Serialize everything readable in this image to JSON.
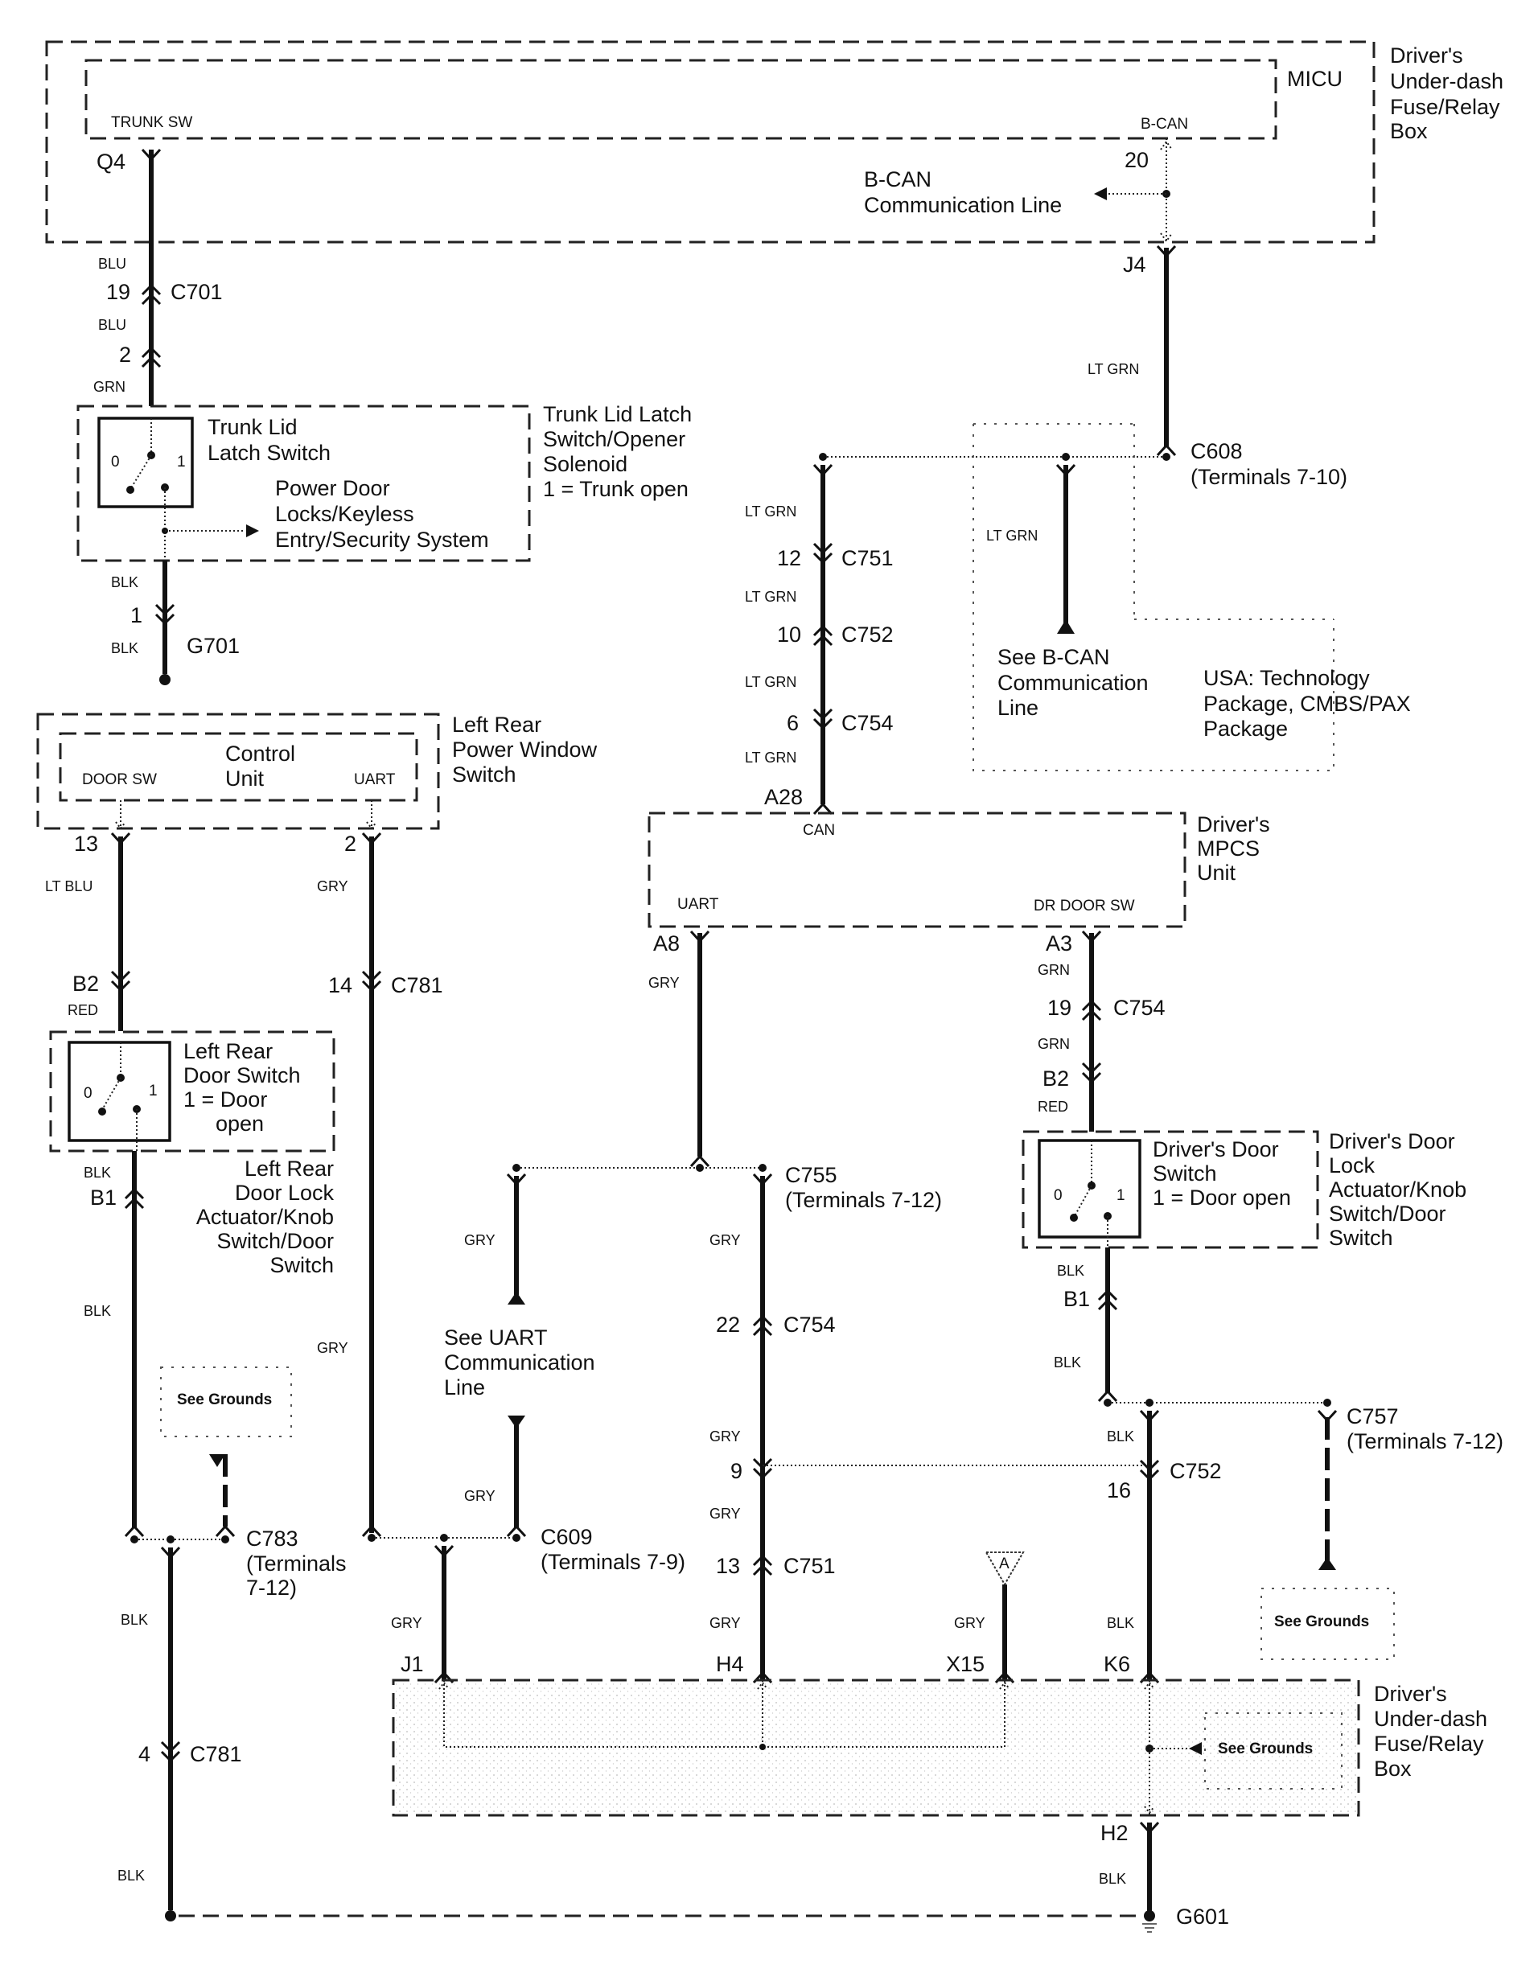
{
  "diagram": {
    "title": "Door/Trunk Switch and MPCS Communication Circuit",
    "micu_box": {
      "outer_label": [
        "Driver's",
        "Under-dash",
        "Fuse/Relay",
        "Box"
      ],
      "inner_label": "MICU",
      "trunk_sw_pin_label": "TRUNK SW",
      "bcan_pin_label": "B-CAN",
      "bcan_terminal": "20",
      "bcan_line_label": [
        "B-CAN",
        "Communication Line"
      ]
    },
    "trunk_circuit": {
      "q4": "Q4",
      "wire1": "BLU",
      "c701_pin": "19",
      "c701": "C701",
      "wire2": "BLU",
      "pin2": "2",
      "wire3": "GRN",
      "switch_name": [
        "Trunk Lid",
        "Latch Switch"
      ],
      "component_name": [
        "Trunk Lid Latch",
        "Switch/Opener",
        "Solenoid",
        "1 = Trunk open"
      ],
      "pdl_label": [
        "Power Door",
        "Locks/Keyless",
        "Entry/Security System"
      ],
      "switch_pos0": "0",
      "switch_pos1": "1",
      "wire4": "BLK",
      "pin1": "1",
      "wire5": "BLK",
      "ground": "G701"
    },
    "bcan_circuit": {
      "j4": "J4",
      "wire1": "LT GRN",
      "c608": [
        "C608",
        "(Terminals 7-10)"
      ],
      "left_wire_labels": [
        "LT GRN",
        "LT GRN",
        "LT GRN",
        "LT GRN"
      ],
      "c751_pin": "12",
      "c751": "C751",
      "c752_pin": "10",
      "c752": "C752",
      "c754_pin": "6",
      "c754": "C754",
      "a28": "A28",
      "branch_wire": "LT GRN",
      "see_bcan": [
        "See B-CAN",
        "Communication",
        "Line"
      ],
      "option_note": [
        "USA: Technology",
        "Package, CMBS/PAX",
        "Package"
      ]
    },
    "lr_window_switch": {
      "name": [
        "Left Rear",
        "Power Window",
        "Switch"
      ],
      "control_unit": [
        "Control",
        "Unit"
      ],
      "door_sw_pin": "DOOR SW",
      "uart_pin": "UART",
      "pin13": "13",
      "pin2": "2",
      "wire_ltblu": "LT BLU",
      "wire_gry1": "GRY",
      "b2": "B2",
      "wire_red": "RED",
      "c781_pin14": "14",
      "c781": "C781",
      "wire_gry2": "GRY"
    },
    "lr_door_switch": {
      "name": [
        "Left Rear",
        "Door Switch",
        "1 = Door",
        "open"
      ],
      "component_name": [
        "Left Rear",
        "Door Lock",
        "Actuator/Knob",
        "Switch/Door",
        "Switch"
      ],
      "wire_blk1": "BLK",
      "b1": "B1",
      "wire_blk2": "BLK",
      "see_grounds": "See Grounds",
      "c783": [
        "C783",
        "(Terminals",
        "7-12)"
      ],
      "wire_blk3": "BLK",
      "c781_pin4": "4",
      "c781": "C781",
      "wire_blk4": "BLK"
    },
    "mpcs": {
      "name": [
        "Driver's",
        "MPCS",
        "Unit"
      ],
      "can_pin": "CAN",
      "uart_pin": "UART",
      "dr_door_sw_pin": "DR DOOR SW",
      "a8": "A8",
      "a3": "A3"
    },
    "uart_circuit": {
      "wire_a8": "GRY",
      "c755": [
        "C755",
        "(Terminals 7-12)"
      ],
      "branch_wire": "GRY",
      "see_uart": [
        "See UART",
        "Communication",
        "Line"
      ],
      "branch_wire2": "GRY",
      "c609": [
        "C609",
        "(Terminals 7-9)"
      ],
      "j1_wire": "GRY",
      "j1": "J1",
      "main_wire1": "GRY",
      "c754_pin": "22",
      "c754": "C754",
      "main_wire2": "GRY",
      "pin9": "9",
      "main_wire3": "GRY",
      "c751_pin": "13",
      "c751": "C751",
      "main_wire4": "GRY",
      "h4": "H4",
      "x15_wire": "GRY",
      "x15": "X15",
      "ref_a": "A"
    },
    "driver_door": {
      "wire_grn1": "GRN",
      "c754_pin": "19",
      "c754": "C754",
      "wire_grn2": "GRN",
      "b2": "B2",
      "wire_red": "RED",
      "switch_name": [
        "Driver's Door",
        "Switch",
        "1 = Door open"
      ],
      "component_name": [
        "Driver's Door",
        "Lock",
        "Actuator/Knob",
        "Switch/Door",
        "Switch"
      ],
      "wire_blk1": "BLK",
      "b1": "B1",
      "wire_blk2": "BLK",
      "wire_blk3": "BLK",
      "c752": "C752",
      "c752_pin": "16",
      "c757": [
        "C757",
        "(Terminals 7-12)"
      ],
      "see_grounds": "See Grounds",
      "wire_blk4": "BLK",
      "k6": "K6"
    },
    "lower_fuse_box": {
      "name": [
        "Driver's",
        "Under-dash",
        "Fuse/Relay",
        "Box"
      ],
      "see_grounds": "See Grounds",
      "h2": "H2",
      "wire_blk": "BLK",
      "ground": "G601"
    }
  }
}
